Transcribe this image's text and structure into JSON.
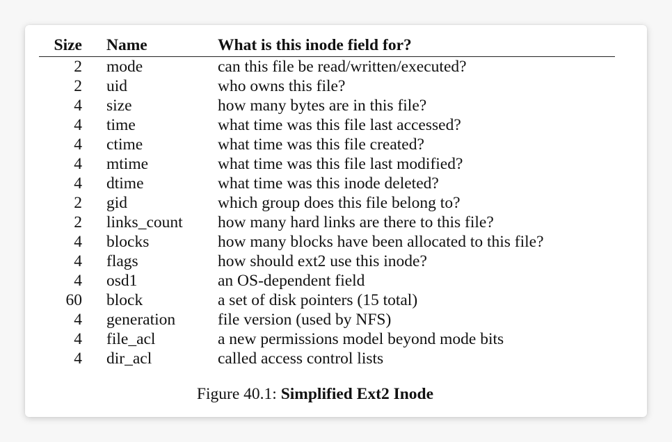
{
  "table": {
    "headers": {
      "size": "Size",
      "name": "Name",
      "description": "What is this inode field for?"
    },
    "rows": [
      {
        "size": "2",
        "name": "mode",
        "description": "can this file be read/written/executed?"
      },
      {
        "size": "2",
        "name": "uid",
        "description": "who owns this file?"
      },
      {
        "size": "4",
        "name": "size",
        "description": "how many bytes are in this file?"
      },
      {
        "size": "4",
        "name": "time",
        "description": "what time was this file last accessed?"
      },
      {
        "size": "4",
        "name": "ctime",
        "description": "what time was this file created?"
      },
      {
        "size": "4",
        "name": "mtime",
        "description": "what time was this file last modified?"
      },
      {
        "size": "4",
        "name": "dtime",
        "description": "what time was this inode deleted?"
      },
      {
        "size": "2",
        "name": "gid",
        "description": "which group does this file belong to?"
      },
      {
        "size": "2",
        "name": "links_count",
        "description": "how many hard links are there to this file?"
      },
      {
        "size": "4",
        "name": "blocks",
        "description": "how many blocks have been allocated to this file?"
      },
      {
        "size": "4",
        "name": "flags",
        "description": "how should ext2 use this inode?"
      },
      {
        "size": "4",
        "name": "osd1",
        "description": "an OS-dependent field"
      },
      {
        "size": "60",
        "name": "block",
        "description": "a set of disk pointers (15 total)"
      },
      {
        "size": "4",
        "name": "generation",
        "description": "file version (used by NFS)"
      },
      {
        "size": "4",
        "name": "file_acl",
        "description": "a new permissions model beyond mode bits"
      },
      {
        "size": "4",
        "name": "dir_acl",
        "description": "called access control lists"
      }
    ]
  },
  "caption": {
    "label": "Figure 40.1:",
    "title": "Simplified Ext2 Inode"
  }
}
